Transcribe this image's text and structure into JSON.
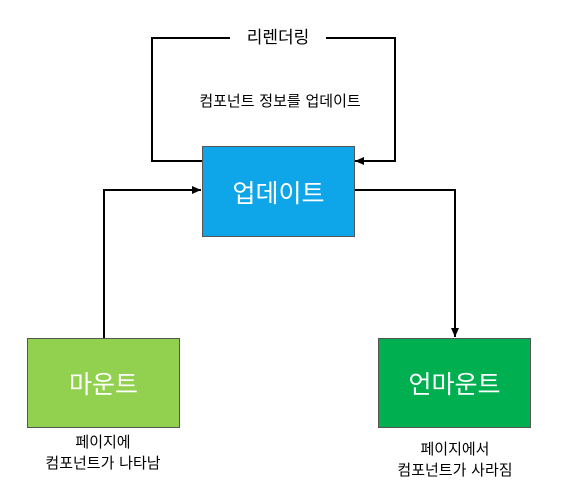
{
  "boxes": {
    "update": {
      "label": "업데이트",
      "color": "#0ea5e9"
    },
    "mount": {
      "label": "마운트",
      "color": "#92d050"
    },
    "unmount": {
      "label": "언마운트",
      "color": "#00b050"
    }
  },
  "loop": {
    "label": "리렌더링",
    "note": "컴포넌트 정보를 업데이트"
  },
  "captions": {
    "mount": {
      "line1": "페이지에",
      "line2": "컴포넌트가 나타남"
    },
    "unmount": {
      "line1": "페이지에서",
      "line2": "컴포넌트가 사라짐"
    }
  },
  "colors": {
    "line": "#000000",
    "box_border": "#555555"
  }
}
